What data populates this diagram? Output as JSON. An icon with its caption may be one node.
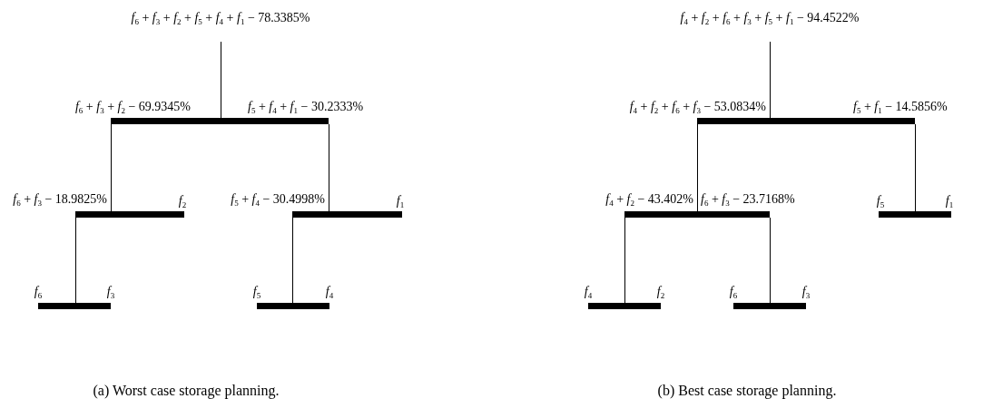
{
  "diagram": {
    "nodes": [
      {
        "text": [
          "*f*$_{6}$ + *f*$_{3}$ + *f*$_{2}$ + *f*$_{5}$ + *f*$_{4}$ + *f*$_{1}$ − 78.3385%"
        ]
      },
      {
        "text": [],
        "shape": "bar",
        "beside": [
          "*f*$_{6}$ + *f*$_{3}$ + *f*$_{2}$ − 69.9345%",
          "*f*$_{5}$ + *f*$_{4}$ + *f*$_{1}$ − 30.2333%"
        ]
      },
      {
        "text": [],
        "shape": "bar",
        "beside": [
          "*f*$_{6}$ + *f*$_{3}$ − 18.9825%",
          "*f*$_{2}$"
        ]
      },
      {
        "text": [],
        "shape": "bar",
        "beside": [
          "*f*$_{5}$ + *f*$_{4}$ − 30.4998%",
          "*f*$_{1}$"
        ]
      },
      {
        "text": [],
        "shape": "bar",
        "beside": [
          "*f*$_{6}$",
          "*f*$_{3}$"
        ]
      },
      {
        "text": [],
        "shape": "bar",
        "beside": [
          "*f*$_{5}$",
          "*f*$_{4}$"
        ]
      },
      {
        "text": [
          "*f*$_{4}$ + *f*$_{2}$ + *f*$_{6}$ + *f*$_{3}$ + *f*$_{5}$ + *f*$_{1}$ − 94.4522%"
        ]
      },
      {
        "text": [],
        "shape": "bar",
        "beside": [
          "*f*$_{4}$ + *f*$_{2}$ + *f*$_{6}$ + *f*$_{3}$ − 53.0834%",
          "*f*$_{5}$ + *f*$_{1}$ − 14.5856%"
        ]
      },
      {
        "text": [],
        "shape": "bar",
        "beside": [
          "*f*$_{4}$ + *f*$_{2}$ − 43.402%",
          "*f*$_{6}$ + *f*$_{3}$ − 23.7168%"
        ]
      },
      {
        "text": [],
        "shape": "bar",
        "beside": [
          "*f*$_{5}$",
          "*f*$_{1}$"
        ]
      },
      {
        "text": [],
        "shape": "bar",
        "beside": [
          "*f*$_{4}$",
          "*f*$_{2}$"
        ]
      },
      {
        "text": [],
        "shape": "bar",
        "beside": [
          "*f*$_{6}$",
          "*f*$_{3}$"
        ]
      }
    ],
    "edges": [
      {
        "from": 0,
        "to": 1,
        "arrow": "none"
      },
      {
        "from": 1,
        "to": 2,
        "arrow": "none"
      },
      {
        "from": 1,
        "to": 3,
        "arrow": "none"
      },
      {
        "from": 2,
        "to": 4,
        "arrow": "none"
      },
      {
        "from": 3,
        "to": 5,
        "arrow": "none"
      },
      {
        "from": 6,
        "to": 7,
        "arrow": "none"
      },
      {
        "from": 7,
        "to": 8,
        "arrow": "none"
      },
      {
        "from": 7,
        "to": 9,
        "arrow": "none"
      },
      {
        "from": 8,
        "to": 10,
        "arrow": "none"
      },
      {
        "from": 8,
        "to": 11,
        "arrow": "none"
      }
    ],
    "labels": [
      "(a) Worst case storage planning.",
      "(b) Best case storage planning."
    ]
  }
}
